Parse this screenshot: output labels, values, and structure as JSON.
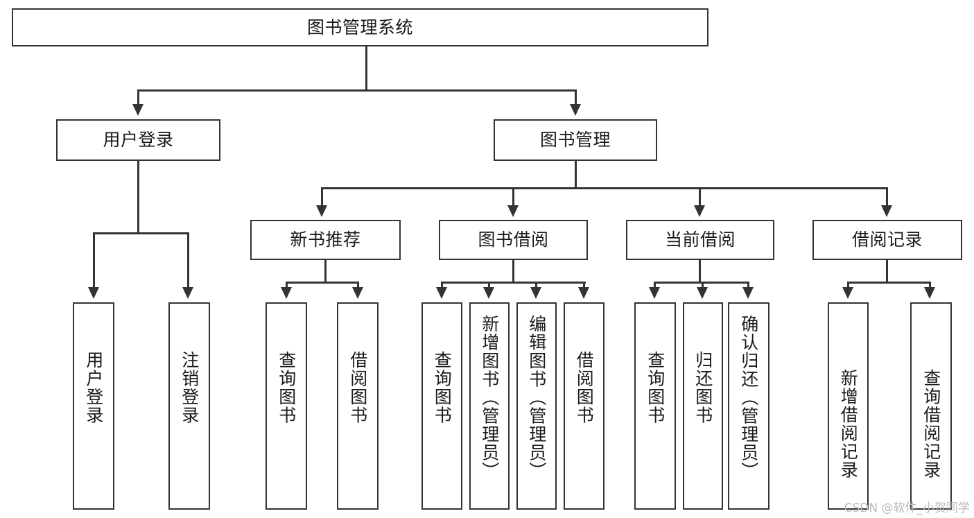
{
  "diagram": {
    "title": "图书管理系统",
    "type": "tree",
    "root": {
      "id": "root",
      "label": "图书管理系统"
    },
    "level2": [
      {
        "id": "user-login",
        "label": "用户登录"
      },
      {
        "id": "book-manage",
        "label": "图书管理"
      }
    ],
    "level3": [
      {
        "id": "new-book-recommend",
        "label": "新书推荐",
        "parent": "book-manage"
      },
      {
        "id": "book-borrow",
        "label": "图书借阅",
        "parent": "book-manage"
      },
      {
        "id": "current-borrow",
        "label": "当前借阅",
        "parent": "book-manage"
      },
      {
        "id": "borrow-record",
        "label": "借阅记录",
        "parent": "book-manage"
      }
    ],
    "leaves": [
      {
        "id": "leaf-user-login",
        "label": "用户登录",
        "parent": "user-login"
      },
      {
        "id": "leaf-user-logout",
        "label": "注销登录",
        "parent": "user-login"
      },
      {
        "id": "leaf-query-book-1",
        "label": "查询图书",
        "parent": "new-book-recommend"
      },
      {
        "id": "leaf-borrow-book-1",
        "label": "借阅图书",
        "parent": "new-book-recommend"
      },
      {
        "id": "leaf-query-book-2",
        "label": "查询图书",
        "parent": "book-borrow"
      },
      {
        "id": "leaf-add-book",
        "label": "新增图书（管理员）",
        "parent": "book-borrow"
      },
      {
        "id": "leaf-edit-book",
        "label": "编辑图书（管理员）",
        "parent": "book-borrow"
      },
      {
        "id": "leaf-borrow-book-2",
        "label": "借阅图书",
        "parent": "book-borrow"
      },
      {
        "id": "leaf-query-book-3",
        "label": "查询图书",
        "parent": "current-borrow"
      },
      {
        "id": "leaf-return-book",
        "label": "归还图书",
        "parent": "current-borrow"
      },
      {
        "id": "leaf-confirm-return",
        "label": "确认归还（管理员）",
        "parent": "current-borrow"
      },
      {
        "id": "leaf-add-record",
        "label": "新增借阅记录",
        "parent": "borrow-record"
      },
      {
        "id": "leaf-query-record",
        "label": "查询借阅记录",
        "parent": "borrow-record"
      }
    ],
    "colors": {
      "line": "#333333",
      "box_border": "#333333",
      "box_fill": "#ffffff",
      "text": "#1a1a1a",
      "watermark": "#b9b9b9"
    }
  },
  "watermark": {
    "text": "CSDN @软件_小贺同学"
  }
}
